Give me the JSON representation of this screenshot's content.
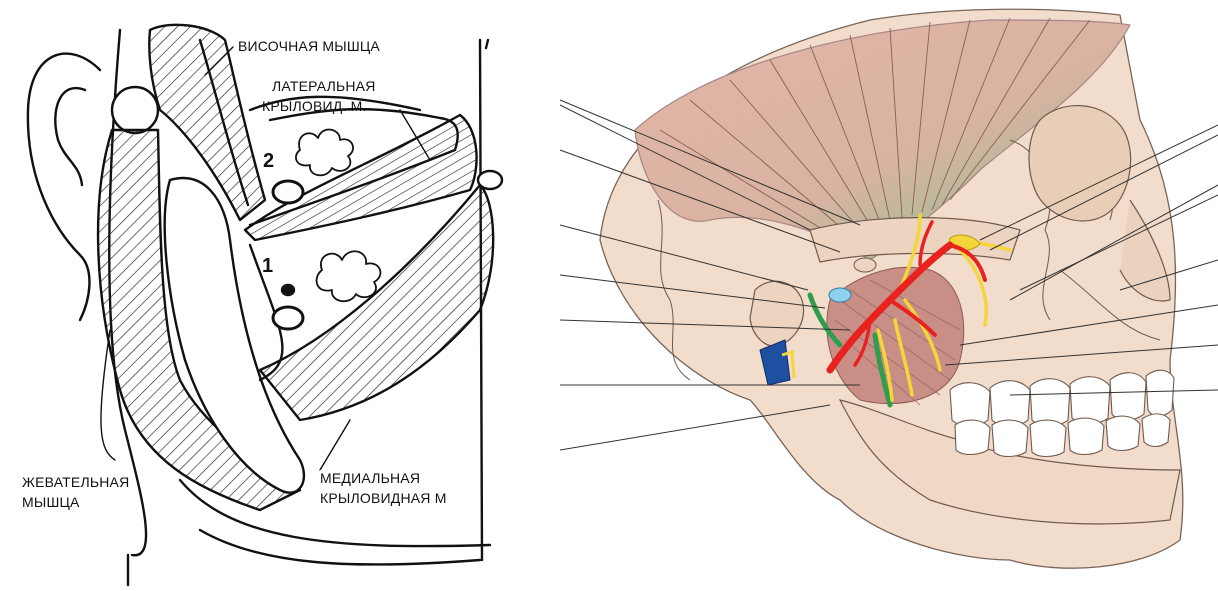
{
  "left_diagram": {
    "labels": {
      "temporal": "ВИСОЧНАЯ МЫШЦА",
      "lateral_line1": "ЛАТЕРАЛЬНАЯ",
      "lateral_line2": "КРЫЛОВИД. М.",
      "masseter_line1": "ЖЕВАТЕЛЬНАЯ",
      "masseter_line2": "МЫШЦА",
      "medial_line1": "МЕДИАЛЬНАЯ",
      "medial_line2": "КРЫЛОВИДНАЯ М"
    },
    "numbers": {
      "one": "1",
      "two": "2"
    }
  },
  "right_diagram": {
    "colors": {
      "skull": "#f2dccb",
      "muscle_temporal": "#e5b9aa",
      "temporal_fade": "#7cc48a",
      "artery": "#e8231f",
      "nerve": "#f4d63a",
      "green_nerve": "#2e9e4e",
      "blue": "#1f4fa0",
      "teeth": "#ffffff"
    }
  }
}
